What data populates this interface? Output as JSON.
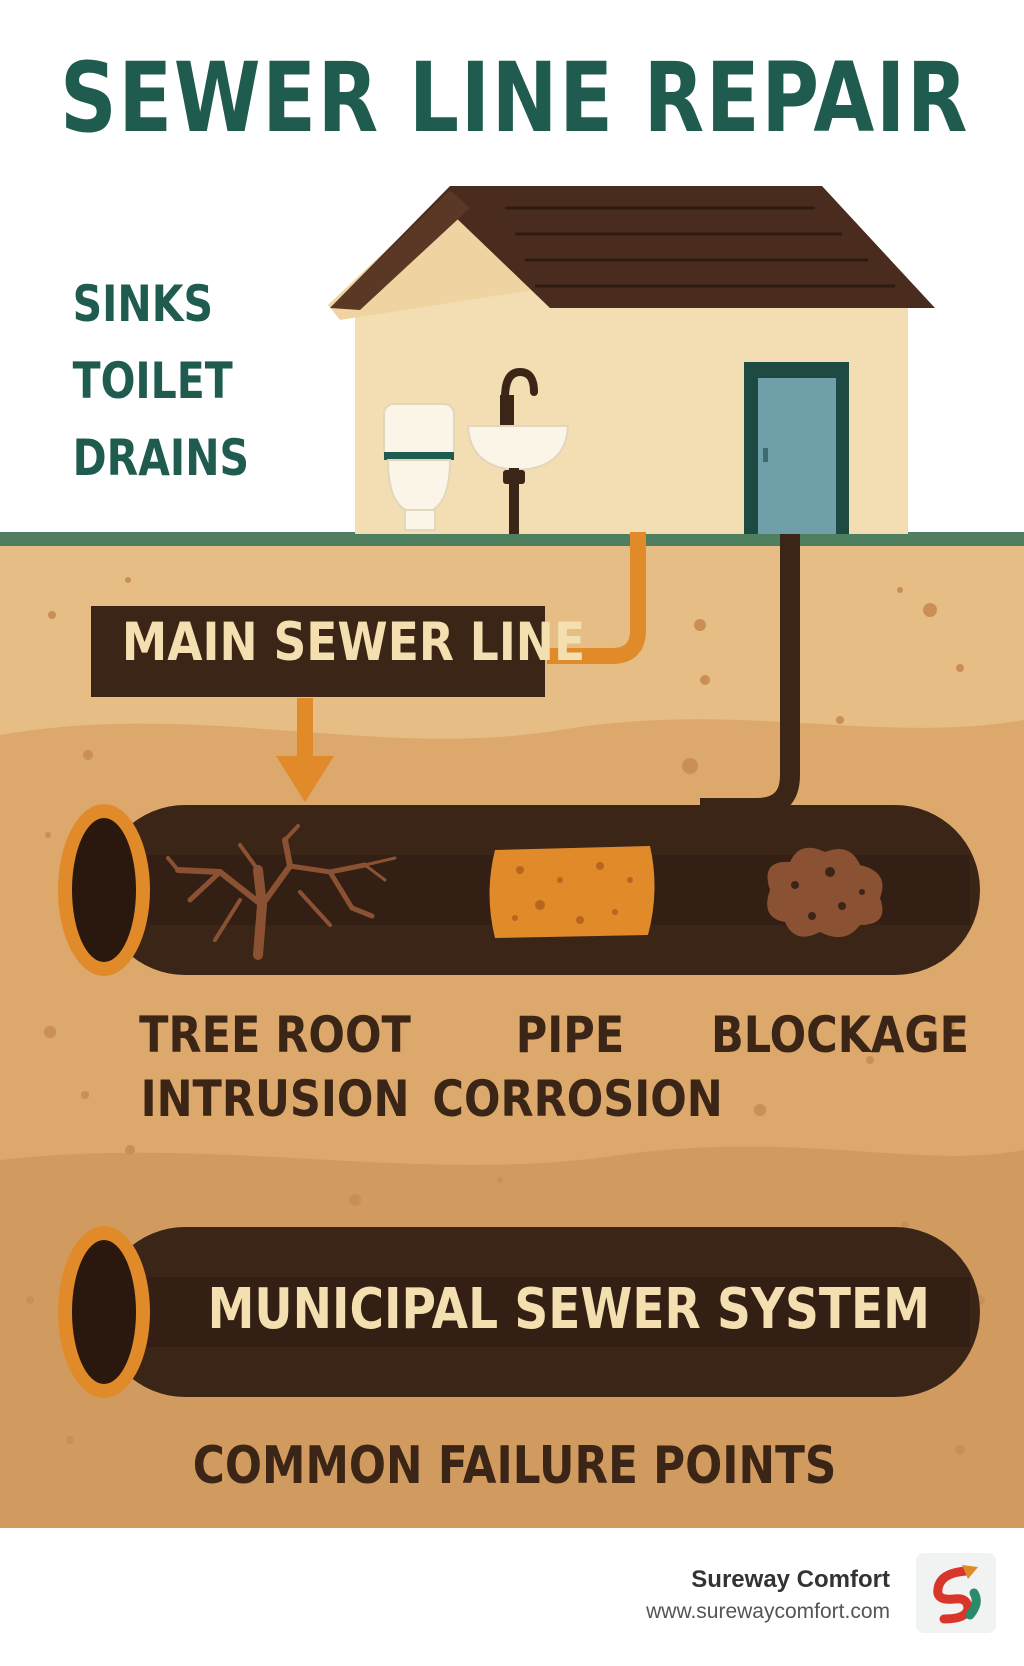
{
  "title": "SEWER LINE REPAIR",
  "fixtures": [
    "SINKS",
    "TOILET",
    "DRAINS"
  ],
  "main_sewer_line_label": "MAIN SEWER LINE",
  "failure_points": [
    {
      "line1": "TREE ROOT",
      "line2": "INTRUSION",
      "icon": "tree-root-icon"
    },
    {
      "line1": "PIPE",
      "line2": "CORROSION",
      "icon": "corrosion-patch-icon"
    },
    {
      "line1": "BLOCKAGE",
      "line2": "",
      "icon": "blockage-clump-icon"
    }
  ],
  "municipal_label": "MUNICIPAL SEWER SYSTEM",
  "caption": "COMMON FAILURE POINTS",
  "brand": {
    "name": "Sureway Comfort",
    "url": "www.surewaycomfort.com",
    "logo_icon": "sureway-logo-icon"
  },
  "colors": {
    "title_green": "#1f5c4f",
    "pipe_dark_brown": "#3b2517",
    "pipe_orange": "#e08a2a",
    "soil": "#d9a86a",
    "label_cream": "#f4dfb0",
    "door_blue": "#6f9fa8"
  }
}
